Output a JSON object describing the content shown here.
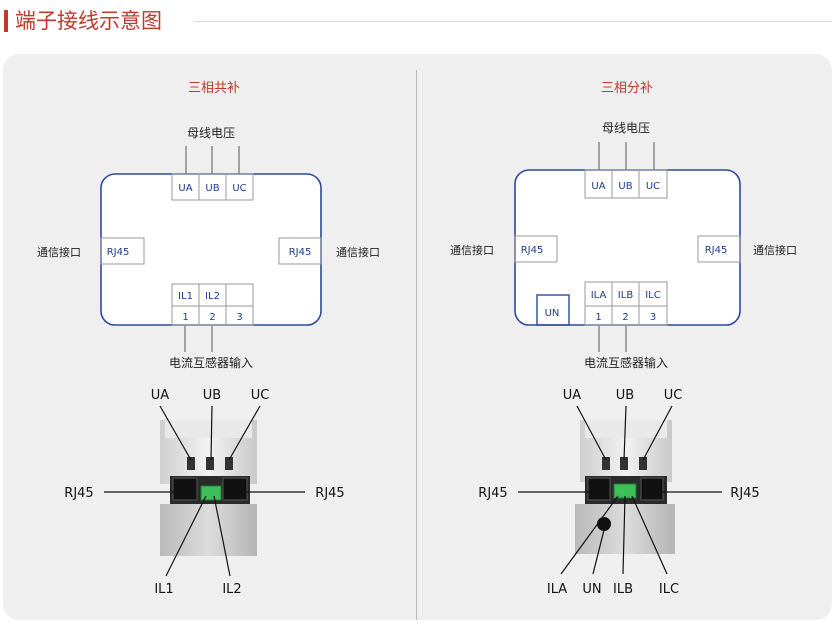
{
  "header": {
    "title": "端子接线示意图"
  },
  "colors": {
    "accent": "#c0392b",
    "box_border": "#2b4a9e",
    "cell_text": "#1f3c88",
    "label_text": "#222222"
  },
  "left": {
    "title": "三相共补",
    "bus_label": "母线电压",
    "ct_label": "电流互感器输入",
    "comm_left": "通信接口",
    "comm_right": "通信接口",
    "top_cells": [
      "UA",
      "UB",
      "UC"
    ],
    "rj_left": "RJ45",
    "rj_right": "RJ45",
    "bottom_top_cells": [
      "IL1",
      "IL2",
      ""
    ],
    "bottom_num_cells": [
      "1",
      "2",
      "3"
    ],
    "photo_top_labels": [
      "UA",
      "UB",
      "UC"
    ],
    "photo_rj_left": "RJ45",
    "photo_rj_right": "RJ45",
    "photo_bottom_labels": [
      "IL1",
      "IL2"
    ]
  },
  "right": {
    "title": "三相分补",
    "bus_label": "母线电压",
    "ct_label": "电流互感器输入",
    "comm_left": "通信接口",
    "comm_right": "通信接口",
    "top_cells": [
      "UA",
      "UB",
      "UC"
    ],
    "rj_left": "RJ45",
    "rj_right": "RJ45",
    "un_cell": "UN",
    "bottom_top_cells": [
      "ILA",
      "ILB",
      "ILC"
    ],
    "bottom_num_cells": [
      "1",
      "2",
      "3"
    ],
    "photo_top_labels": [
      "UA",
      "UB",
      "UC"
    ],
    "photo_rj_left": "RJ45",
    "photo_rj_right": "RJ45",
    "photo_bottom_labels": [
      "ILA",
      "UN",
      "ILB",
      "ILC"
    ]
  }
}
